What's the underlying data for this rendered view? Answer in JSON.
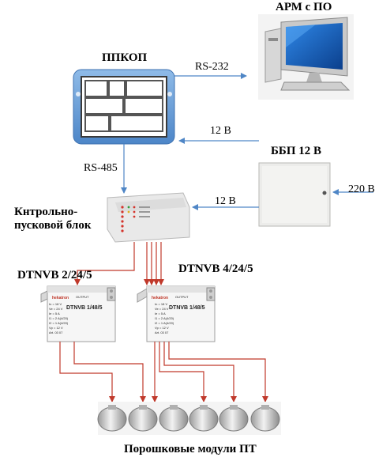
{
  "labels": {
    "arm": "АРМ с ПО",
    "ppkop": "ППКОП",
    "rs232": "RS-232",
    "rs485": "RS-485",
    "v12_top": "12 В",
    "bbp": "ББП 12 В",
    "v220": "220  В",
    "v12_mid": "12 В",
    "control_block_line1": "Кнтрольно-",
    "control_block_line2": "пусковой блок",
    "dtnvb_left": "DTNVB 2/24/5",
    "dtnvb_right": "DTNVB 4/24/5",
    "modules": "Порошковые модули ПТ"
  },
  "device_text": {
    "brand": "hekatron",
    "model": "DTNVB 1/48/5",
    "output_tag": "OUTPUT",
    "left_specs": [
      "In = 18 V",
      "Ve = 24 V",
      "Ie = 5 A",
      "I1 = 2 A(4/20)",
      "I2 = 1 A(4/20)",
      "Vp = 12 V",
      "Art. 03 07"
    ],
    "right_specs": [
      "In = 18 V",
      "Ve = 24 V",
      "Ie = 5 A",
      "I1 = 2 A(4/20)",
      "I2 = 1 A(4/20)",
      "Vp = 12 V",
      "Art. 03 07"
    ]
  },
  "colors": {
    "wire_blue": "#4f86c6",
    "wire_red": "#c0392b",
    "panel_frame": "#6fa0dc",
    "screen_blue": "#1f6fd0"
  }
}
